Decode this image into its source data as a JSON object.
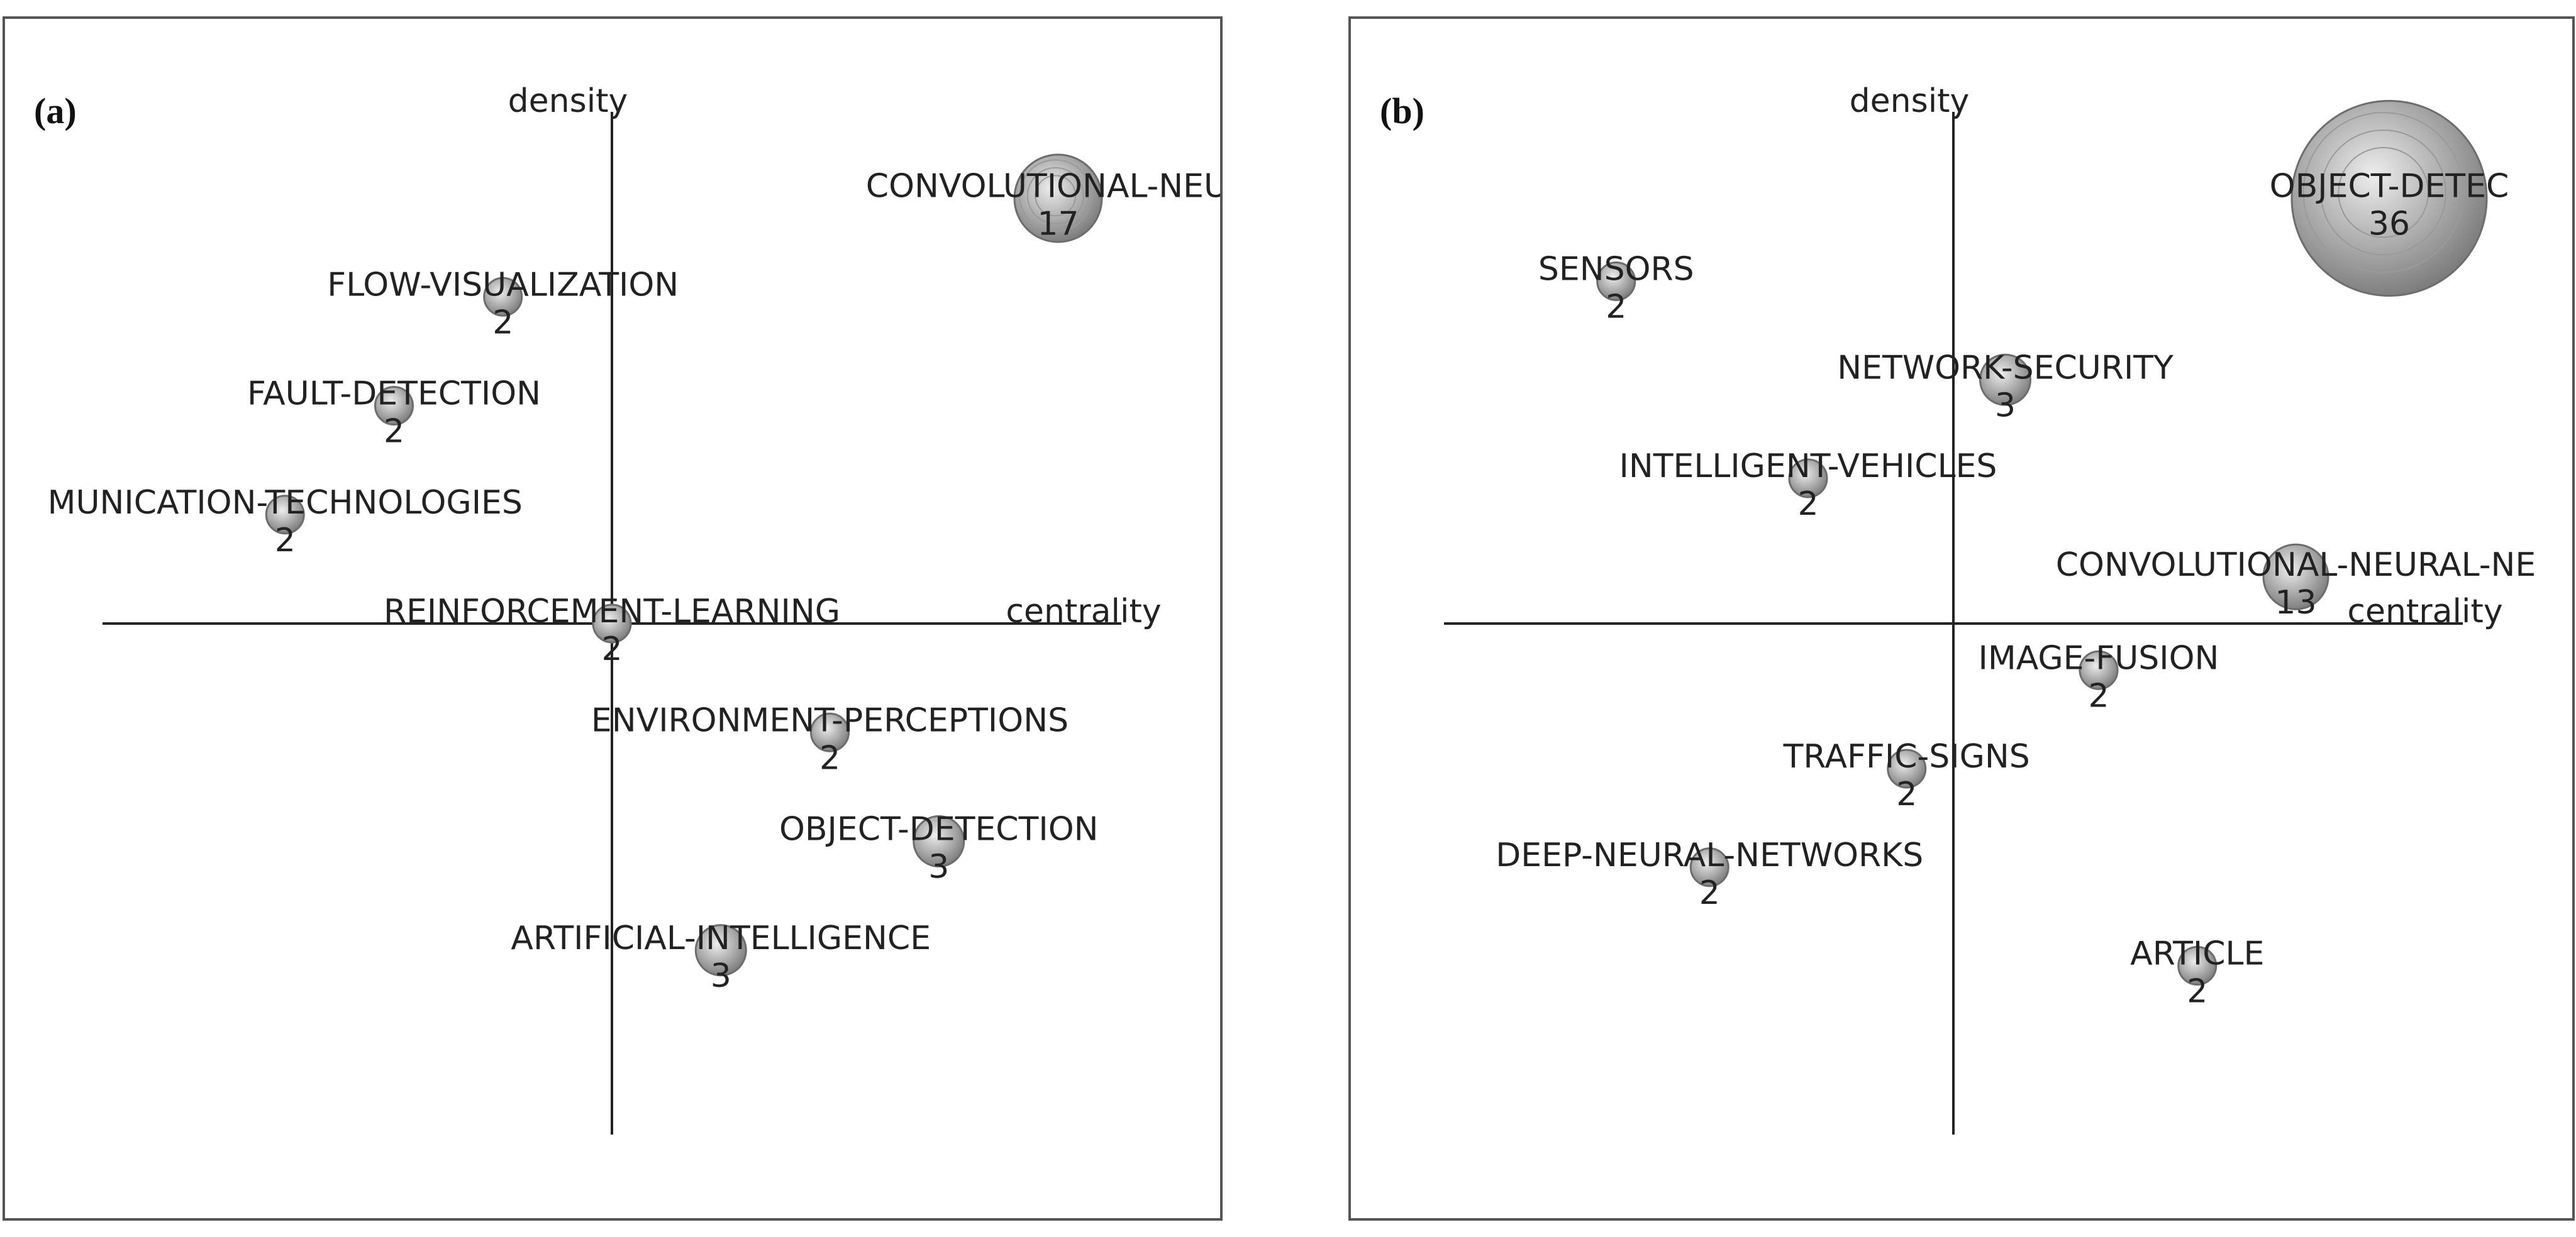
{
  "colors": {
    "axis": "#222222",
    "frame": "#555555",
    "text": "#222222",
    "bubble_fill": "#b9b9b9",
    "bubble_edge": "#6d6d6d"
  },
  "chart_data": [
    {
      "type": "scatter",
      "panel_label": "(a)",
      "x_axis_label": "centrality",
      "y_axis_label": "density",
      "points": [
        {
          "label": "CONVOLUTIONAL-NEUR",
          "count": "17",
          "centrality": 0.86,
          "density": 0.82
        },
        {
          "label": "FLOW-VISUALIZATION",
          "count": "2",
          "centrality": -0.21,
          "density": 0.63
        },
        {
          "label": "FAULT-DETECTION",
          "count": "2",
          "centrality": -0.42,
          "density": 0.42
        },
        {
          "label": "MUNICATION-TECHNOLOGIES",
          "count": "2",
          "centrality": -0.63,
          "density": 0.21
        },
        {
          "label": "REINFORCEMENT-LEARNING",
          "count": "2",
          "centrality": 0.0,
          "density": 0.0
        },
        {
          "label": "ENVIRONMENT-PERCEPTIONS",
          "count": "2",
          "centrality": 0.42,
          "density": -0.21
        },
        {
          "label": "OBJECT-DETECTION",
          "count": "3",
          "centrality": 0.63,
          "density": -0.42
        },
        {
          "label": "ARTIFICIAL-INTELLIGENCE",
          "count": "3",
          "centrality": 0.21,
          "density": -0.63
        }
      ]
    },
    {
      "type": "scatter",
      "panel_label": "(b)",
      "x_axis_label": "centrality",
      "y_axis_label": "density",
      "points": [
        {
          "label": "OBJECT-DETEC",
          "count": "36",
          "centrality": 0.84,
          "density": 0.82
        },
        {
          "label": "SENSORS",
          "count": "2",
          "centrality": -0.65,
          "density": 0.66
        },
        {
          "label": "NETWORK-SECURITY",
          "count": "3",
          "centrality": 0.1,
          "density": 0.47
        },
        {
          "label": "INTELLIGENT-VEHICLES",
          "count": "2",
          "centrality": -0.28,
          "density": 0.28
        },
        {
          "label": "CONVOLUTIONAL-NEURAL-NE",
          "count": "13",
          "centrality": 0.66,
          "density": 0.09
        },
        {
          "label": "IMAGE-FUSION",
          "count": "2",
          "centrality": 0.28,
          "density": -0.09
        },
        {
          "label": "TRAFFIC-SIGNS",
          "count": "2",
          "centrality": -0.09,
          "density": -0.28
        },
        {
          "label": "DEEP-NEURAL-NETWORKS",
          "count": "2",
          "centrality": -0.47,
          "density": -0.47
        },
        {
          "label": "ARTICLE",
          "count": "2",
          "centrality": 0.47,
          "density": -0.66
        }
      ]
    }
  ]
}
